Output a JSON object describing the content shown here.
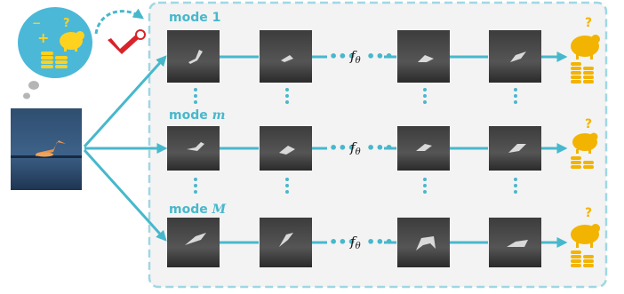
{
  "modes": [
    {
      "name": "mode",
      "symbol": "1"
    },
    {
      "name": "mode",
      "symbol": "m"
    },
    {
      "name": "mode",
      "symbol": "M"
    }
  ],
  "policy": {
    "f": "f",
    "sub": "θ"
  },
  "colors": {
    "accent": "#47b8cc",
    "frame_border": "#9fd7e3",
    "frame_bg": "#f2f2f2",
    "coin": "#f2b400",
    "red": "#d9232a",
    "night_sky": "#2b4766"
  },
  "icons": {
    "reward": "piggy-bank-with-coins-icon",
    "thought": "thought-bubble-icon",
    "edit": "red-wrench-icon"
  }
}
